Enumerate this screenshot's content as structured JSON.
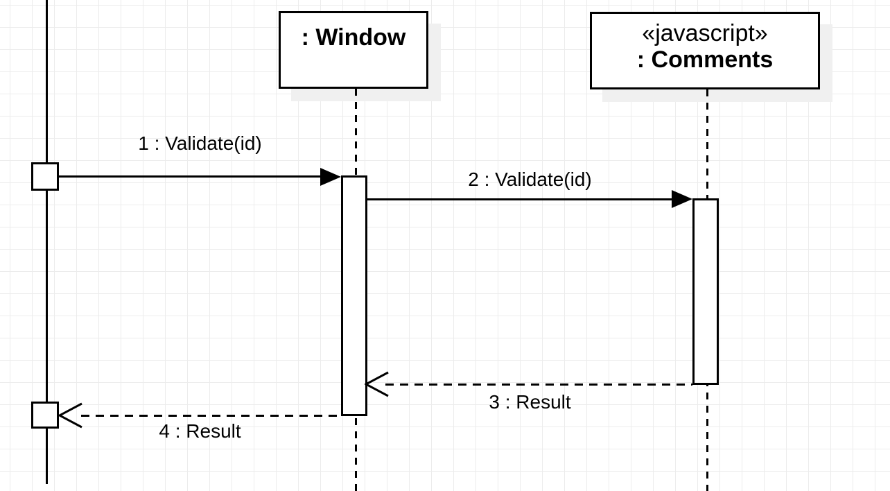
{
  "diagram": {
    "type": "uml-sequence",
    "colors": {
      "stroke": "#000000",
      "fill": "#ffffff",
      "grid": "#ececec",
      "shadow": "#f0f0f0"
    },
    "participants": {
      "window": {
        "label": ": Window"
      },
      "comments": {
        "stereotype": "«javascript»",
        "label": ": Comments"
      }
    },
    "messages": [
      {
        "label": "1 : Validate(id)",
        "style": "solid-filled-arrow"
      },
      {
        "label": "2 : Validate(id)",
        "style": "solid-filled-arrow"
      },
      {
        "label": "3 : Result",
        "style": "dashed-open-arrow"
      },
      {
        "label": "4 : Result",
        "style": "dashed-open-arrow"
      }
    ]
  }
}
